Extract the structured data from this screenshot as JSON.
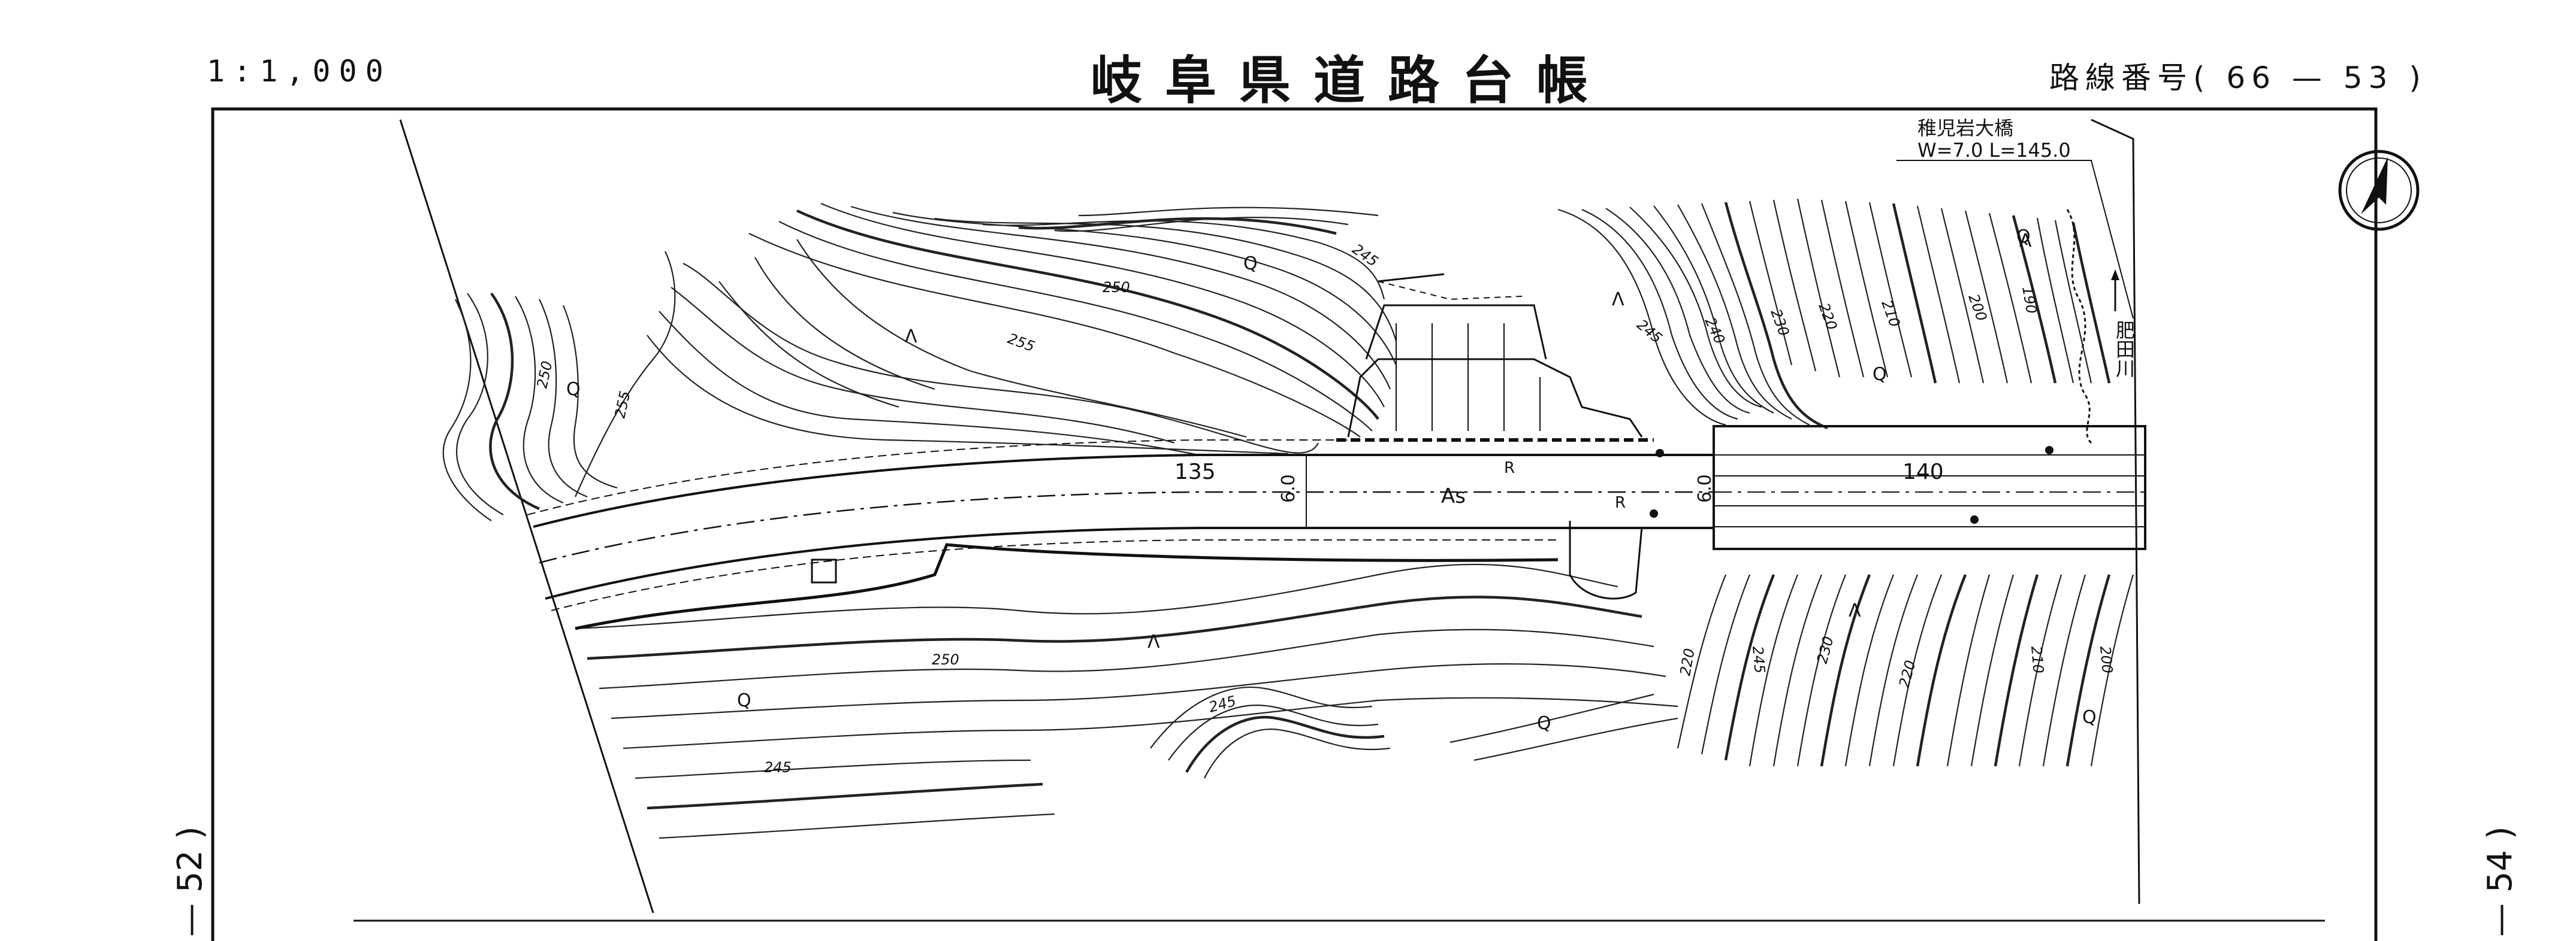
{
  "header": {
    "scale": "1:1,000",
    "title": "岐阜県道路台帳",
    "route_label": "路線番号",
    "route_number": "( 66 — 53 )"
  },
  "page_refs": {
    "prev": "— 52 )",
    "next": "— 54 )"
  },
  "map": {
    "bridge": {
      "name": "稚児岩大橋",
      "spec": "W=7.0 L=145.0"
    },
    "river": {
      "name": "肥田川"
    },
    "stations": {
      "left": "135",
      "right": "140"
    },
    "road_widths": {
      "left": "6.0",
      "right": "6.0"
    },
    "surface": "As",
    "guardrail_marks": [
      "R",
      "R"
    ],
    "contour_labels": [
      "250",
      "255",
      "250",
      "255",
      "245",
      "245",
      "240",
      "230",
      "220",
      "210",
      "200",
      "190",
      "250",
      "245",
      "245",
      "220",
      "230",
      "220",
      "210",
      "200",
      "245"
    ],
    "symbol_labels": [
      "Λ",
      "Λ",
      "Λ",
      "Λ",
      "Λ",
      "Q",
      "Q",
      "Q",
      "Q",
      "Q",
      "Q",
      "Q"
    ],
    "north_arrow": "north-arrow"
  }
}
